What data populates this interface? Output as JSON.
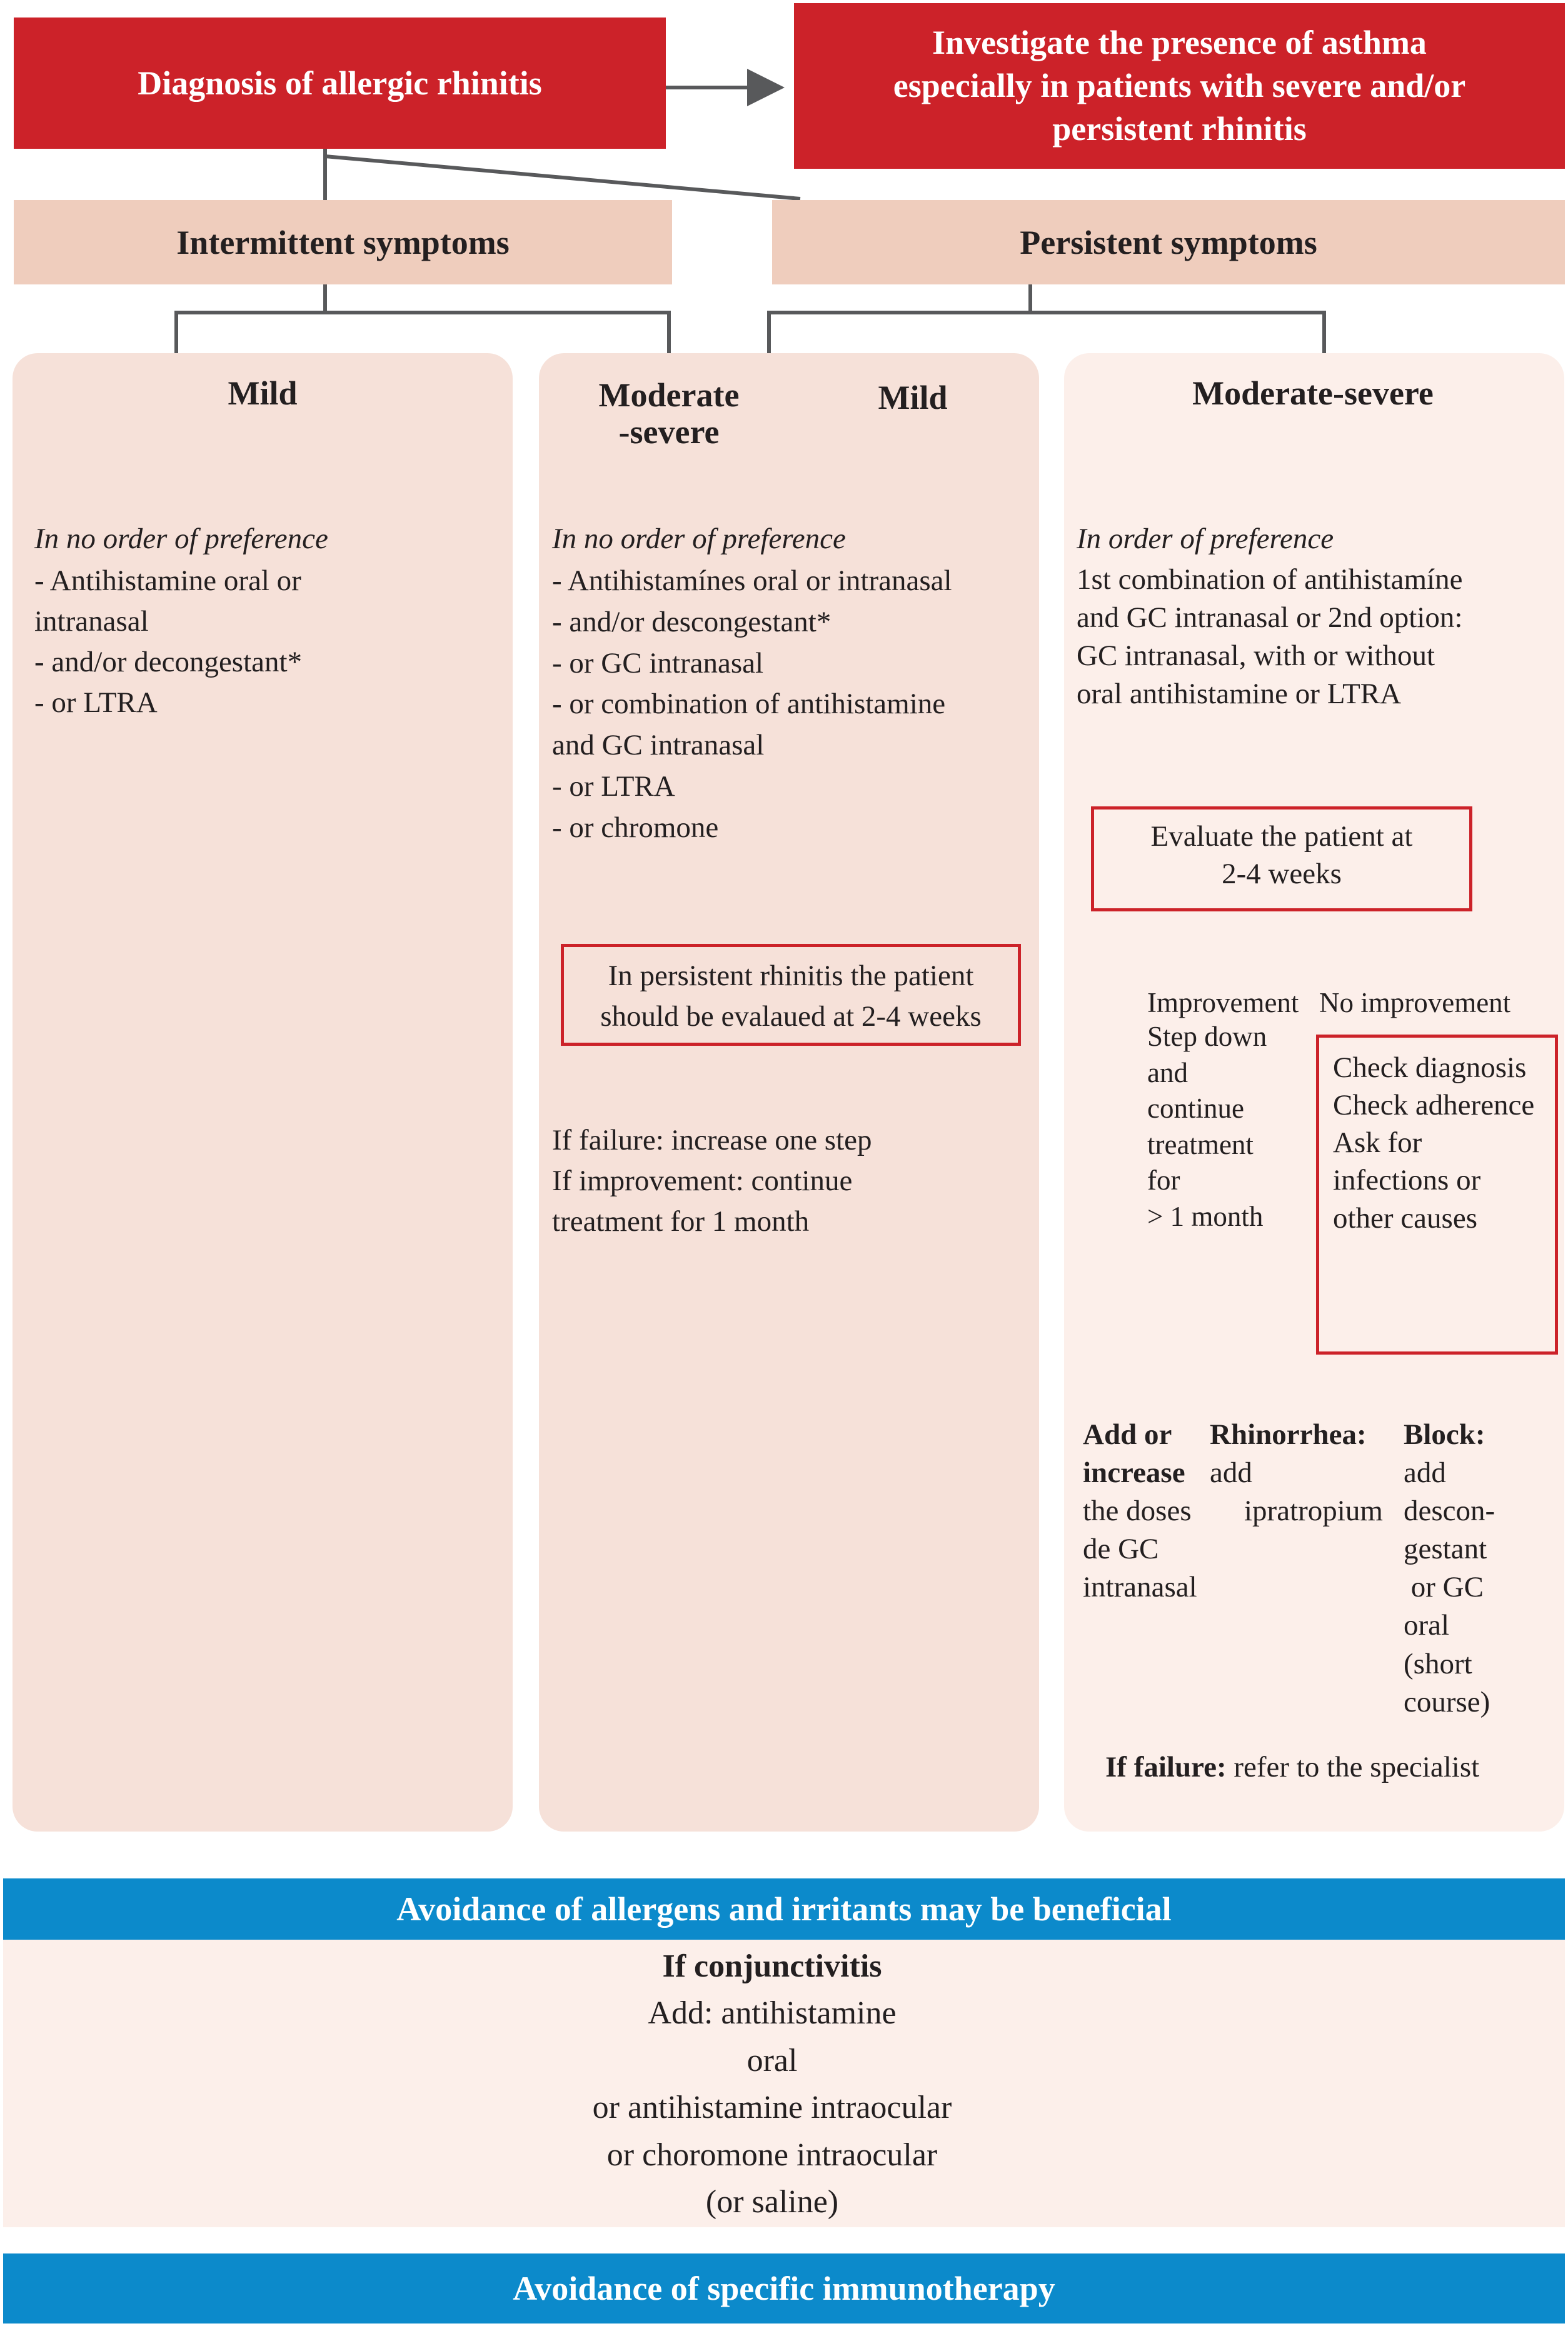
{
  "top": {
    "diagnosis": "Diagnosis of allergic rhinitis",
    "asthma": [
      "Investigate the presence of asthma",
      "especially in patients with severe and/or",
      "persistent rhinitis"
    ]
  },
  "symptoms": {
    "intermittent": "Intermittent symptoms",
    "persistent": "Persistent symptoms"
  },
  "col1": {
    "title": "Mild",
    "order": "In no order of preference",
    "items": [
      "-  Antihistamine oral or",
      "intranasal",
      "-  and/or decongestant*",
      "-  or LTRA"
    ]
  },
  "col2": {
    "title_moderate": [
      "Moderate",
      "-severe"
    ],
    "title_mild": "Mild",
    "order": "In no order of preference",
    "items": [
      "-  Antihistamínes oral or intranasal",
      "-  and/or descongestant*",
      "-  or GC intranasal",
      "-  or combination of antihistamine",
      "and  GC intranasal",
      "-  or LTRA",
      "-  or chromone"
    ],
    "box": [
      "In persistent rhinitis the patient",
      "should be evalaued at 2-4 weeks"
    ],
    "after": [
      "If failure: increase one step",
      "If improvement: continue",
      "treatment for 1 month"
    ]
  },
  "col3": {
    "title": "Moderate-severe",
    "order": "In order of preference",
    "items": [
      "1st combination of antihistamíne",
      "and GC intranasal or 2nd option:",
      "GC intranasal, with or without",
      "oral antihistamine or LTRA"
    ],
    "evaluate": [
      "Evaluate the patient at",
      "2-4 weeks"
    ],
    "improvement": "Improvement",
    "no_improvement": "No improvement",
    "stepdown": [
      "Step down",
      "and",
      "continue",
      "treatment",
      "for",
      "> 1 month"
    ],
    "check": [
      "Check diagnosis",
      "Check adherence",
      "Ask for",
      "infections or",
      "other causes"
    ],
    "add_bold": [
      "Add or",
      "increase"
    ],
    "add_rest": [
      "the doses",
      "de GC",
      "intranasal"
    ],
    "rhino_bold": "Rhinorrhea:",
    "rhino_rest": [
      "add",
      "ipratropium"
    ],
    "block_bold": "Block:",
    "block_rest": [
      "add",
      "descon-",
      "gestant",
      " or GC",
      "oral",
      "(short",
      "course)"
    ],
    "failure_bold": "If failure:",
    "failure_rest": " refer to the specialist"
  },
  "bottom": {
    "avoidance": "Avoidance of allergens and irritants may be beneficial",
    "conj_title": "If conjunctivitis",
    "conj_lines": [
      "Add: antihistamine",
      "oral",
      "or antihistamine intraocular",
      "or choromone intraocular",
      "(or saline)"
    ],
    "immuno": "Avoidance of specific immunotherapy"
  },
  "colors": {
    "red": "#cc2229",
    "pink": "#efcdbd",
    "panel": "#f6e1d9",
    "panel_light": "#fcefea",
    "blue": "#0c8acb",
    "connector": "#58595b"
  }
}
